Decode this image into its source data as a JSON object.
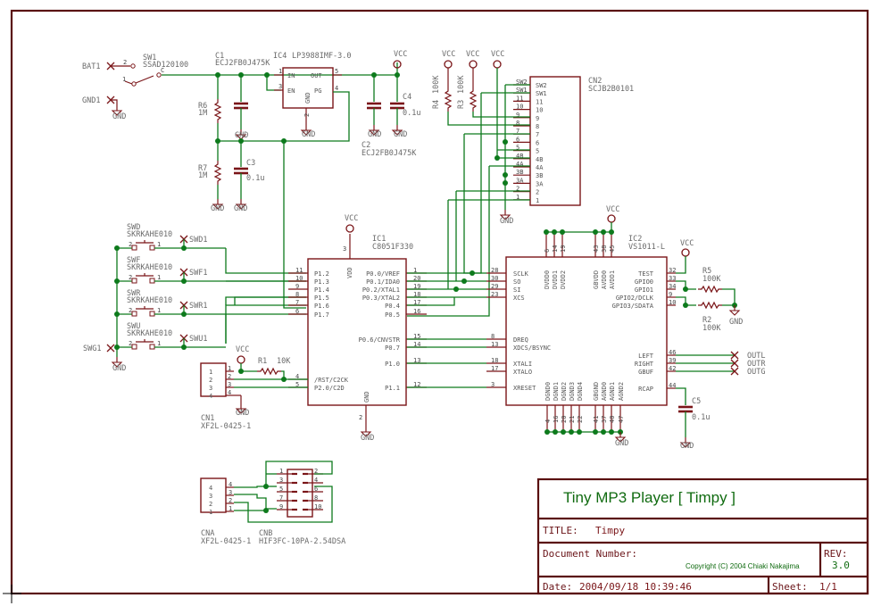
{
  "title_block": {
    "project_title": "Tiny MP3 Player [ Timpy ]",
    "title_label": "TITLE:",
    "title_value": "Timpy",
    "doc_number_label": "Document Number:",
    "copyright": "Copyright (C) 2004 Chiaki Nakajima",
    "rev_label": "REV:",
    "rev_value": "3.0",
    "date_label": "Date:",
    "date_value": "2004/09/18 10:39:46",
    "sheet_label": "Sheet:",
    "sheet_value": "1/1"
  },
  "nets": {
    "vcc": "VCC",
    "gnd": "GND"
  },
  "power": {
    "bat": "BAT1",
    "gnd1": "GND1",
    "sw1": {
      "ref": "SW1",
      "value": "SSAD120100",
      "pins": [
        "2",
        "1",
        "C"
      ]
    },
    "c1": {
      "ref": "C1",
      "value": "ECJ2FB0J475K"
    },
    "c2": {
      "ref": "C2",
      "value": "ECJ2FB0J475K"
    },
    "c3": {
      "ref": "C3",
      "value": "0.1u"
    },
    "c4": {
      "ref": "C4",
      "value": "0.1u"
    },
    "r6": {
      "ref": "R6",
      "value": "1M"
    },
    "r7": {
      "ref": "R7",
      "value": "1M"
    },
    "ic4": {
      "ref": "IC4",
      "value": "LP3988IMF-3.0",
      "pins": {
        "in": "IN",
        "en": "EN",
        "out": "OUT",
        "pg": "PG",
        "gnd": "GND"
      },
      "pin_numbers": [
        "1",
        "3",
        "5",
        "4",
        "2"
      ]
    }
  },
  "cn2": {
    "ref": "CN2",
    "value": "SCJB2B0101",
    "pins": [
      "SW2",
      "SW1",
      "11",
      "10",
      "9",
      "8",
      "7",
      "6",
      "5",
      "4B",
      "4A",
      "3B",
      "3A",
      "2",
      "1"
    ],
    "r4": {
      "ref": "R4",
      "value": "100K"
    },
    "r3": {
      "ref": "R3",
      "value": "100K"
    }
  },
  "switches": [
    {
      "ref": "SWD",
      "value": "SKRKAHE010",
      "net": "SWD1"
    },
    {
      "ref": "SWF",
      "value": "SKRKAHE010",
      "net": "SWF1"
    },
    {
      "ref": "SWR",
      "value": "SKRKAHE010",
      "net": "SWR1"
    },
    {
      "ref": "SWU",
      "value": "SKRKAHE010",
      "net": "SWU1"
    }
  ],
  "swg": "SWG1",
  "switch_pins": [
    "2",
    "1"
  ],
  "ic1": {
    "ref": "IC1",
    "value": "C8051F330",
    "vdd": "VDD",
    "vdd_pin": "3",
    "gnd": "GND",
    "gnd_pin": "2",
    "left_pins": [
      {
        "num": "11",
        "name": "P1.2"
      },
      {
        "num": "10",
        "name": "P1.3"
      },
      {
        "num": "9",
        "name": "P1.4"
      },
      {
        "num": "8",
        "name": "P1.5"
      },
      {
        "num": "7",
        "name": "P1.6"
      },
      {
        "num": "6",
        "name": "P1.7"
      },
      {
        "num": "4",
        "name": "/RST/C2CK"
      },
      {
        "num": "5",
        "name": "P2.0/C2D"
      }
    ],
    "right_pins": [
      {
        "num": "1",
        "name": "P0.0/VREF"
      },
      {
        "num": "20",
        "name": "P0.1/IDA0"
      },
      {
        "num": "19",
        "name": "P0.2/XTAL1"
      },
      {
        "num": "18",
        "name": "P0.3/XTAL2"
      },
      {
        "num": "17",
        "name": "P0.4"
      },
      {
        "num": "16",
        "name": "P0.5"
      },
      {
        "num": "15",
        "name": "P0.6/CNVSTR"
      },
      {
        "num": "14",
        "name": "P0.7"
      },
      {
        "num": "13",
        "name": "P1.0"
      },
      {
        "num": "12",
        "name": "P1.1"
      }
    ]
  },
  "ic2": {
    "ref": "IC2",
    "value": "VS1011-L",
    "left_pins": [
      {
        "num": "28",
        "name": "SCLK"
      },
      {
        "num": "30",
        "name": "SO"
      },
      {
        "num": "29",
        "name": "SI"
      },
      {
        "num": "23",
        "name": "XCS"
      },
      {
        "num": "8",
        "name": "DREQ"
      },
      {
        "num": "13",
        "name": "XDCS/BSYNC"
      },
      {
        "num": "18",
        "name": "XTALI"
      },
      {
        "num": "17",
        "name": "XTALO"
      },
      {
        "num": "3",
        "name": "XRESET"
      }
    ],
    "right_pins": [
      {
        "num": "32",
        "name": "TEST"
      },
      {
        "num": "33",
        "name": "GPIO0"
      },
      {
        "num": "34",
        "name": "GPIO1"
      },
      {
        "num": "9",
        "name": "GPIO2/DCLK"
      },
      {
        "num": "10",
        "name": "GPIO3/SDATA"
      },
      {
        "num": "46",
        "name": "LEFT"
      },
      {
        "num": "39",
        "name": "RIGHT"
      },
      {
        "num": "42",
        "name": "GBUF"
      },
      {
        "num": "44",
        "name": "RCAP"
      }
    ],
    "top_pins": [
      {
        "num": "6",
        "name": "DVDD0"
      },
      {
        "num": "14",
        "name": "DVDD1"
      },
      {
        "num": "19",
        "name": "DVDD2"
      },
      {
        "num": "43",
        "name": "GBVDD"
      },
      {
        "num": "38",
        "name": "AVDD0"
      },
      {
        "num": "45",
        "name": "AVDD1"
      }
    ],
    "bottom_pins": [
      {
        "num": "4",
        "name": "DGND0"
      },
      {
        "num": "16",
        "name": "DGND1"
      },
      {
        "num": "20",
        "name": "DGND2"
      },
      {
        "num": "21",
        "name": "DGND3"
      },
      {
        "num": "22",
        "name": "DGND4"
      },
      {
        "num": "41",
        "name": "GBGND"
      },
      {
        "num": "37",
        "name": "AGND0"
      },
      {
        "num": "40",
        "name": "AGND1"
      },
      {
        "num": "47",
        "name": "AGND2"
      }
    ],
    "r5": {
      "ref": "R5",
      "value": "100K"
    },
    "r2": {
      "ref": "R2",
      "value": "100K"
    },
    "c5": {
      "ref": "C5",
      "value": "0.1u"
    },
    "outputs": [
      "OUTL",
      "OUTR",
      "OUTG"
    ]
  },
  "cn1": {
    "ref": "CN1",
    "value": "XF2L-0425-1",
    "pins": [
      "1",
      "2",
      "3",
      "4"
    ],
    "r1": {
      "ref": "R1",
      "value": "10K"
    }
  },
  "cna": {
    "ref": "CNA",
    "value": "XF2L-0425-1",
    "pins": [
      "4",
      "3",
      "2",
      "1"
    ]
  },
  "cnb": {
    "ref": "CNB",
    "value": "HIF3FC-10PA-2.54DSA",
    "left_pins": [
      "1",
      "3",
      "5",
      "7",
      "9"
    ],
    "right_pins": [
      "2",
      "4",
      "6",
      "8",
      "10"
    ]
  }
}
